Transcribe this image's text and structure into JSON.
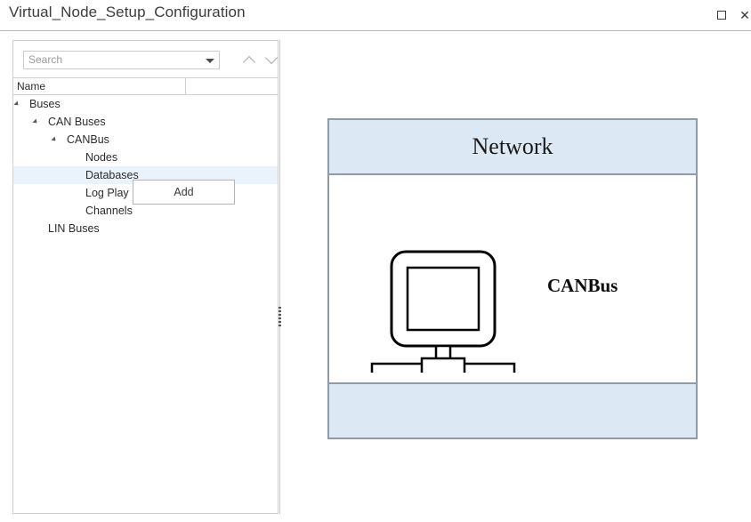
{
  "window": {
    "title": "Virtual_Node_Setup_Configuration",
    "controls": [
      {
        "name": "maximize-button",
        "icon": "maximize-icon",
        "label": ""
      },
      {
        "name": "close-button",
        "icon": "close-icon",
        "label": "✕"
      }
    ]
  },
  "left_panel": {
    "search": {
      "placeholder": "Search",
      "value": "",
      "dropdown_icon": "chevron-down-icon",
      "prev_icon": "chevron-up-icon",
      "next_icon": "chevron-down-icon"
    },
    "columns": [
      {
        "label": "Name"
      },
      {
        "label": ""
      }
    ],
    "tree": [
      {
        "label": "Buses",
        "depth": 0,
        "expander": "expanded",
        "selected": false
      },
      {
        "label": "CAN Buses",
        "depth": 1,
        "expander": "expanded",
        "selected": false
      },
      {
        "label": "CANBus",
        "depth": 2,
        "expander": "expanded",
        "selected": false
      },
      {
        "label": "Nodes",
        "depth": 3,
        "expander": "none",
        "selected": false
      },
      {
        "label": "Databases",
        "depth": 3,
        "expander": "none",
        "selected": true
      },
      {
        "label": "Log Play",
        "depth": 3,
        "expander": "none",
        "selected": false
      },
      {
        "label": "Channels",
        "depth": 3,
        "expander": "none",
        "selected": false
      },
      {
        "label": "LIN Buses",
        "depth": 1,
        "expander": "none",
        "selected": false
      }
    ]
  },
  "context_menu": {
    "items": [
      {
        "label": "Add"
      }
    ]
  },
  "diagram": {
    "title": "Network",
    "node_label": "CANBus",
    "node_icon": "network-workstation-icon",
    "colors": {
      "band": "#dce8f4",
      "border": "#8e9aa6",
      "selection": "#eaf3fb"
    }
  }
}
